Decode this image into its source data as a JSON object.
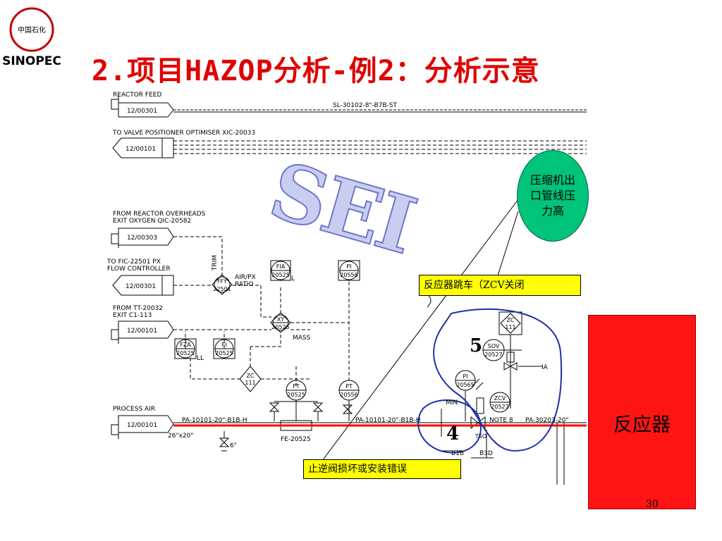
{
  "slide": {
    "title": "2.项目HAZOP分析-例2：分析示意",
    "page_number": "30"
  },
  "logo": {
    "chinese_text": "中国石化",
    "latin_text": "SINOPEC"
  },
  "watermark": "SEI",
  "annotations": {
    "bubble": "压缩机出口管线压力高",
    "callout_top": "反应器跳车（ZCV关闭",
    "callout_bottom": "止逆阀损坏或安装错误",
    "reactor_label": "反应器",
    "node_5": "5",
    "node_4": "4"
  },
  "pid": {
    "headers": {
      "reactor_feed": "REACTOR FEED",
      "valve_positioner": "TO VALVE POSITIONER OPTIMISER XIC-20033",
      "from_overheads_1": "FROM REACTOR OVERHEADS",
      "from_overheads_2": "EXIT OXYGEN QIC-20582",
      "to_fic_1": "TO FIC-22501 PX",
      "to_fic_2": "FLOW CONTROLLER",
      "from_tt_1": "FROM TT-20032",
      "from_tt_2": "EXIT C1-113",
      "process_air": "PROCESS AIR"
    },
    "off_page": [
      "12/00301",
      "12/00101",
      "12/00303",
      "12/00301",
      "12/00101",
      "12/00101"
    ],
    "line_labels": {
      "sl_line": "SL-30102-8\"-B7B-ST",
      "pa_1": "PA-10101-20\"-B1B-H",
      "pa_2": "PA-10101-20\"-B1B-H",
      "pa_3": "PA-30203-20\"",
      "reducer": "26\"x20\"",
      "drain": "6\"",
      "fe": "FE-20525",
      "note": "NOTE 8",
      "trim": "TRIM",
      "air_px_1": "AIR/PX",
      "air_px_2": "RATIO",
      "mass": "MASS",
      "ia": "IA",
      "ll_1": "LL",
      "l_1": "L",
      "min": "MIN",
      "b1b": "B1B",
      "b3d": "B3D"
    },
    "instruments": {
      "fia": [
        "FIA",
        "20525"
      ],
      "pi_top": [
        "PI",
        "20556"
      ],
      "ffy": [
        "FFY",
        "22501"
      ],
      "xy": [
        "XY",
        "20525"
      ],
      "fza": [
        "FZA",
        "20525"
      ],
      "fi": [
        "FI",
        "20525"
      ],
      "zc_left": [
        "ZC",
        "111"
      ],
      "ft": [
        "FT",
        "20525"
      ],
      "pt": [
        "PT",
        "20556"
      ],
      "zc_right": [
        "ZC",
        "111"
      ],
      "sov": [
        "SOV",
        "20527"
      ],
      "pi_right": [
        "PI",
        "20565"
      ],
      "zcv": [
        "ZCV",
        "20527"
      ],
      "tso": "TSO"
    }
  },
  "colors": {
    "title": "#e00000",
    "bubble": "#00c47a",
    "callout": "#ffff00",
    "reactor": "#ff1414",
    "process_line": "#ff0000",
    "handdrawn": "#1f2fa8"
  }
}
